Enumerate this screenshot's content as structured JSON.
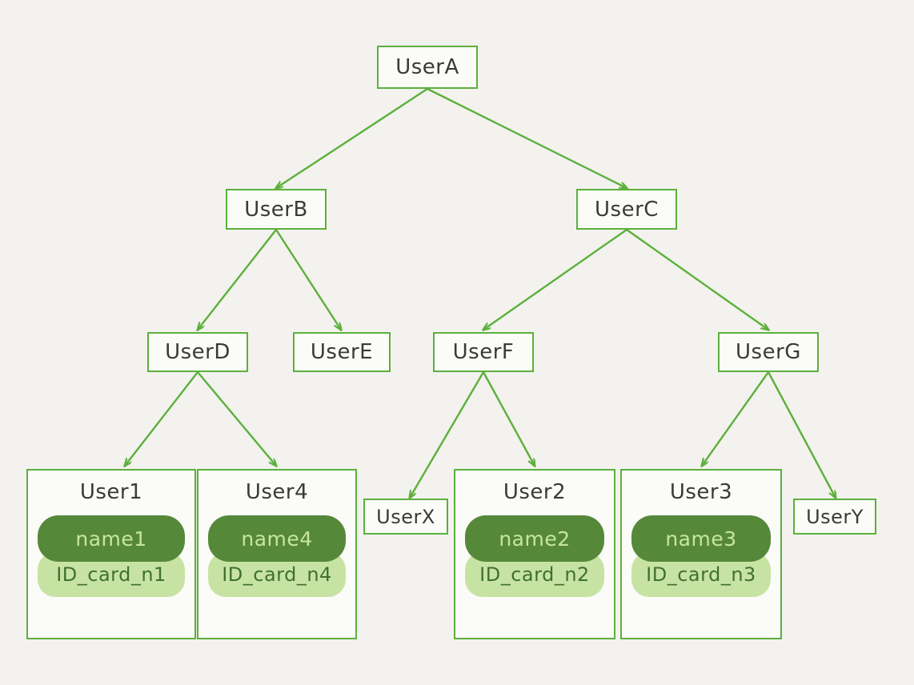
{
  "diagram": {
    "type": "hierarchy-tree",
    "background_color": "#f3f2ee",
    "edge_color": "#5cb03c",
    "node_border_color": "#5cb03c",
    "node_fill_color": "#fbfbf8",
    "node_text_color": "#3a3a3a",
    "pill_name_bg": "#56883a",
    "pill_name_text_color": "#c6e6a0",
    "pill_id_bg": "#c7e3a4",
    "pill_id_text_color": "#3f7030"
  },
  "nodes": {
    "root": {
      "label": "UserA"
    },
    "b": {
      "label": "UserB"
    },
    "c": {
      "label": "UserC"
    },
    "d": {
      "label": "UserD"
    },
    "e": {
      "label": "UserE"
    },
    "f": {
      "label": "UserF"
    },
    "g": {
      "label": "UserG"
    },
    "x": {
      "label": "UserX"
    },
    "y": {
      "label": "UserY"
    }
  },
  "cards": [
    {
      "title": "User1",
      "name": "name1",
      "id_card": "ID_card_n1"
    },
    {
      "title": "User4",
      "name": "name4",
      "id_card": "ID_card_n4"
    },
    {
      "title": "User2",
      "name": "name2",
      "id_card": "ID_card_n2"
    },
    {
      "title": "User3",
      "name": "name3",
      "id_card": "ID_card_n3"
    }
  ],
  "edges": [
    {
      "from": "UserA",
      "to": "UserB"
    },
    {
      "from": "UserA",
      "to": "UserC"
    },
    {
      "from": "UserB",
      "to": "UserD"
    },
    {
      "from": "UserB",
      "to": "UserE"
    },
    {
      "from": "UserC",
      "to": "UserF"
    },
    {
      "from": "UserC",
      "to": "UserG"
    },
    {
      "from": "UserD",
      "to": "User1"
    },
    {
      "from": "UserD",
      "to": "User4"
    },
    {
      "from": "UserF",
      "to": "UserX"
    },
    {
      "from": "UserF",
      "to": "User2"
    },
    {
      "from": "UserG",
      "to": "User3"
    },
    {
      "from": "UserG",
      "to": "UserY"
    }
  ]
}
